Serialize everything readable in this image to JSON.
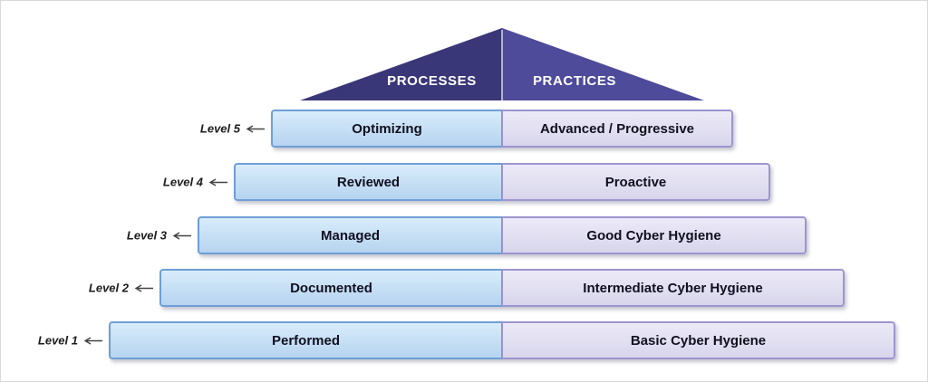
{
  "header": {
    "left": "PROCESSES",
    "right": "PRACTICES"
  },
  "levels": [
    {
      "label": "Level 5",
      "process": "Optimizing",
      "practice": "Advanced / Progressive"
    },
    {
      "label": "Level 4",
      "process": "Reviewed",
      "practice": "Proactive"
    },
    {
      "label": "Level 3",
      "process": "Managed",
      "practice": "Good Cyber Hygiene"
    },
    {
      "label": "Level 2",
      "process": "Documented",
      "practice": "Intermediate Cyber Hygiene"
    },
    {
      "label": "Level 1",
      "process": "Performed",
      "practice": "Basic Cyber Hygiene"
    }
  ],
  "colors": {
    "roof_left": "#3a3778",
    "roof_right": "#4e4b9b",
    "process_fill": "#c3ddf4",
    "process_border": "#6f9fd6",
    "practice_fill": "#e0def0",
    "practice_border": "#9d96cf"
  }
}
